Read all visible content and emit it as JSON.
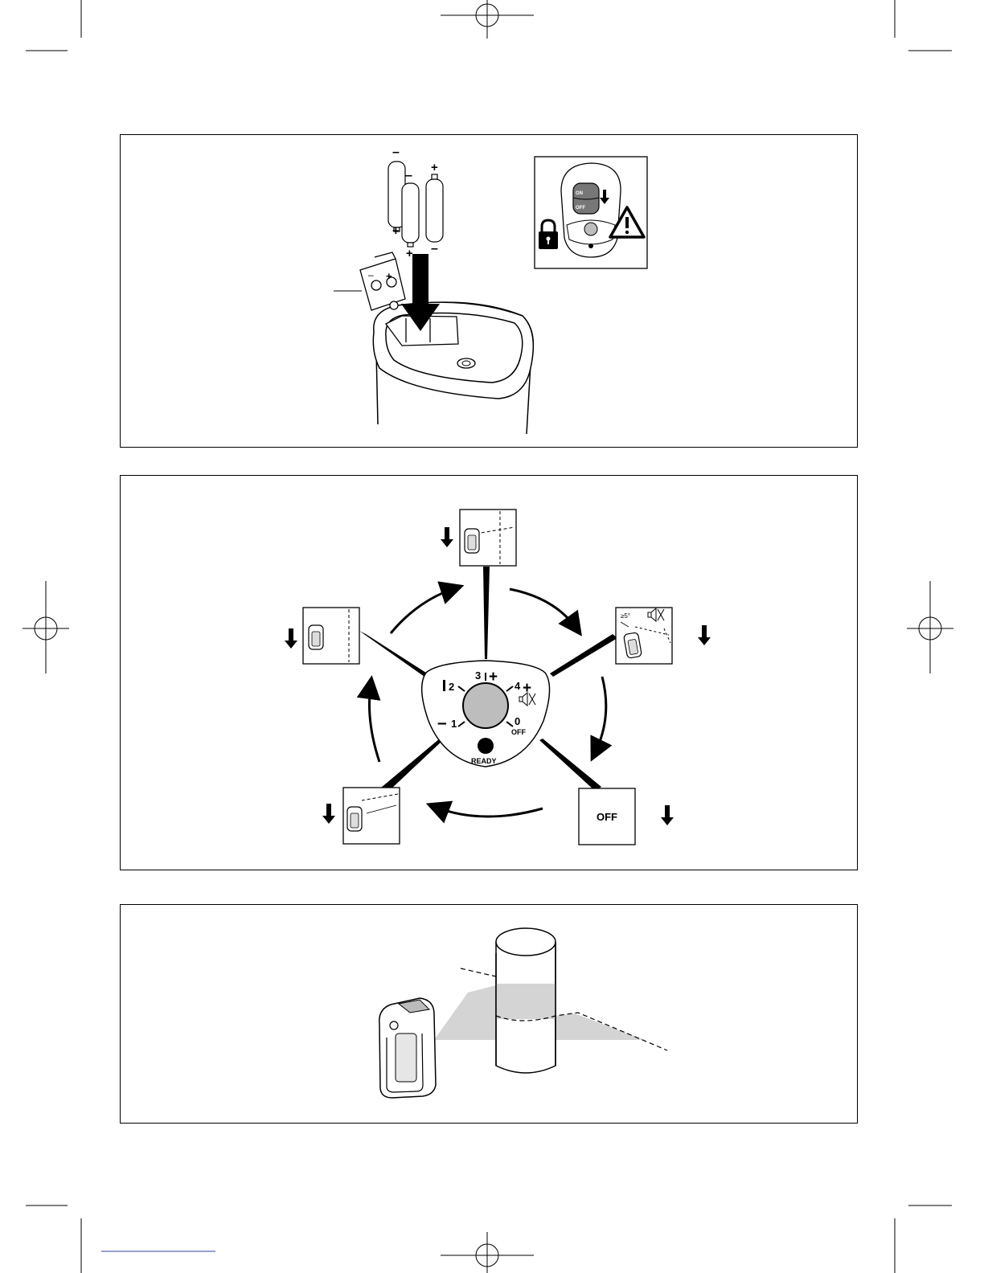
{
  "colors": {
    "ink": "#000000",
    "dial_fill": "#bdbdbd",
    "beam_fill": "#d4d4d4",
    "pale_line": "#1a3cff"
  },
  "panel1": {
    "battery_polarity": {
      "b1_top": "–",
      "b1_bottom": "+",
      "b2_top": "–",
      "b2_bottom": "+",
      "b3_top": "+",
      "b3_bottom": "–",
      "cover_plus": "+",
      "cover_minus": "–"
    },
    "inset": {
      "on_label": "ON",
      "off_label": "OFF",
      "icons": [
        "padlock-icon",
        "warning-icon",
        "down-arrow-icon"
      ]
    }
  },
  "panel2": {
    "dial": {
      "mark_2": "2",
      "mark_3": "3",
      "mark_3_sign": "+",
      "mark_4": "4",
      "mark_4_sign": "+",
      "mark_1": "1",
      "mark_1_sign": "–",
      "mark_0": "0",
      "off_label": "OFF",
      "ready_label": "READY"
    },
    "angle_label": "≥5°",
    "off_box_label": "OFF",
    "icons": [
      "down-arrow-icon",
      "mute-icon",
      "cycle-arrow-icon"
    ]
  },
  "panel3": {
    "icons": [
      "laser-device-icon",
      "cylinder-object-icon",
      "laser-beam-icon"
    ]
  }
}
